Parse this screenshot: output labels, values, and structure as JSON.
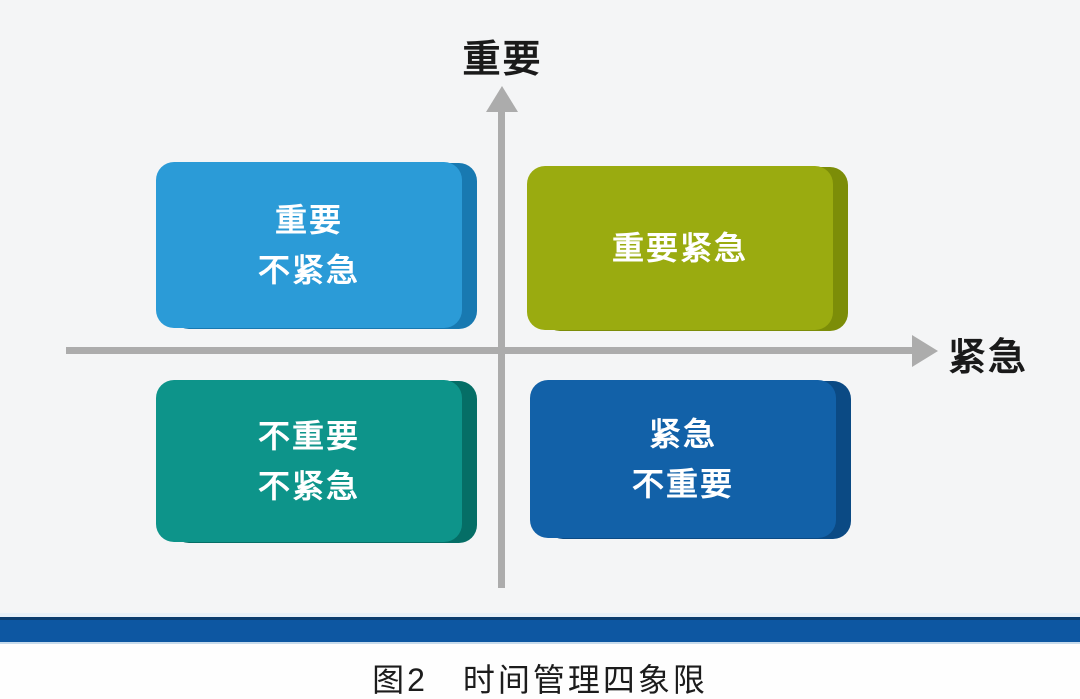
{
  "axes": {
    "y_label": "重要",
    "x_label": "紧急",
    "line_color": "#acacac"
  },
  "quadrants": [
    {
      "id": "important-not-urgent",
      "line1": "重要",
      "line2": "不紧急",
      "color": "#2b9bd7",
      "edge_color": "#1879b1"
    },
    {
      "id": "important-urgent",
      "line1": "重要紧急",
      "line2": "",
      "color": "#9aab10",
      "edge_color": "#7c8d08"
    },
    {
      "id": "not-important-not-urgent",
      "line1": "不重要",
      "line2": "不紧急",
      "color": "#0d948a",
      "edge_color": "#056e66"
    },
    {
      "id": "urgent-not-important",
      "line1": "紧急",
      "line2": "不重要",
      "color": "#1261a8",
      "edge_color": "#0b4a84"
    }
  ],
  "footer": {
    "bar_color": "#0d57a2",
    "caption": "图2　时间管理四象限"
  }
}
